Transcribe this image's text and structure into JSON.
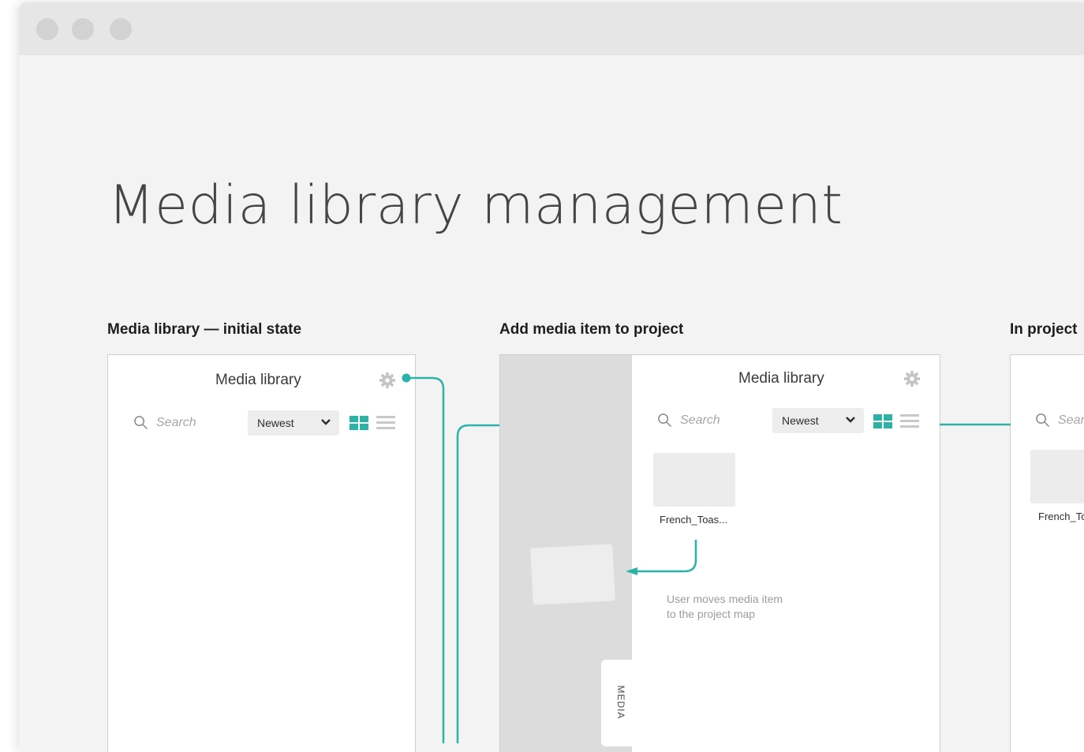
{
  "window": {
    "controls": [
      "close-dot",
      "minimize-dot",
      "maximize-dot"
    ]
  },
  "page": {
    "title": "Media library management"
  },
  "sections": [
    {
      "heading": "Media library — initial state"
    },
    {
      "heading": "Add media item to project"
    },
    {
      "heading": "In project"
    }
  ],
  "panels": [
    {
      "title": "Media library",
      "search_placeholder": "Search",
      "sort_value": "Newest",
      "items": []
    },
    {
      "title": "Media library",
      "search_placeholder": "Search",
      "sort_value": "Newest",
      "items": [
        {
          "name": "French_Toas..."
        }
      ],
      "annotation": "User moves media item to the project map",
      "tab_label": "MEDIA"
    },
    {
      "search_placeholder": "Search",
      "items": [
        {
          "name": "French_To"
        }
      ]
    }
  ],
  "colors": {
    "accent": "#2ab3a6",
    "page_bg": "#f3f3f3",
    "titlebar": "#e6e6e6",
    "map_bg": "#dcdcdc"
  }
}
